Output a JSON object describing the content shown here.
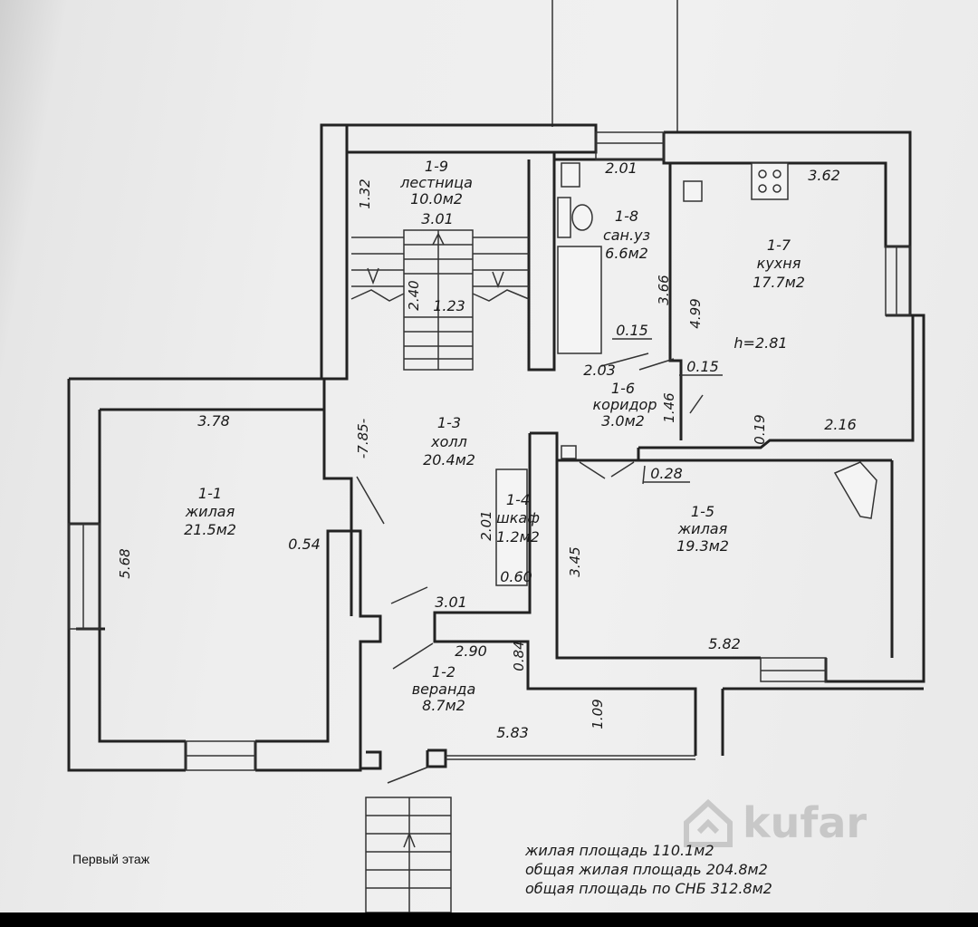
{
  "caption": "Первый этаж",
  "totals": [
    "жилая площадь 110.1м2",
    "общая жилая площадь 204.8м2",
    "общая площадь по СНБ 312.8м2"
  ],
  "watermark": "kufar",
  "ceiling_height": "h=2.81",
  "rooms": {
    "r1_1": {
      "number": "1-1",
      "name": "жилая",
      "area": "21.5м2"
    },
    "r1_2": {
      "number": "1-2",
      "name": "веранда",
      "area": "8.7м2"
    },
    "r1_3": {
      "number": "1-3",
      "name": "холл",
      "area": "20.4м2"
    },
    "r1_4": {
      "number": "1-4",
      "name": "шкаф",
      "area": "1.2м2"
    },
    "r1_5": {
      "number": "1-5",
      "name": "жилая",
      "area": "19.3м2"
    },
    "r1_6": {
      "number": "1-6",
      "name": "коридор",
      "area": "3.0м2"
    },
    "r1_7": {
      "number": "1-7",
      "name": "кухня",
      "area": "17.7м2"
    },
    "r1_8": {
      "number": "1-8",
      "name": "сан.уз",
      "area": "6.6м2"
    },
    "r1_9": {
      "number": "1-9",
      "name": "лестница",
      "area": "10.0м2"
    }
  },
  "dimensions": {
    "d_132": "1.32",
    "d_301_top": "3.01",
    "d_240": "2.40",
    "d_123": "1.23",
    "d_201_top": "2.01",
    "d_362": "3.62",
    "d_366": "3.66",
    "d_499": "4.99",
    "d_015_a": "0.15",
    "d_203": "2.03",
    "d_015_b": "0.15",
    "d_146": "1.46",
    "d_019": "0.19",
    "d_216": "2.16",
    "d_378": "3.78",
    "d_785": "-7.85-",
    "d_028": "0.28",
    "d_201_mid": "2.01",
    "d_345": "3.45",
    "d_568": "5.68",
    "d_054": "0.54",
    "d_060": "0.60",
    "d_301_mid": "3.01",
    "d_290": "2.90",
    "d_084": "0.84",
    "d_582": "5.82",
    "d_109": "1.09",
    "d_583": "5.83"
  }
}
